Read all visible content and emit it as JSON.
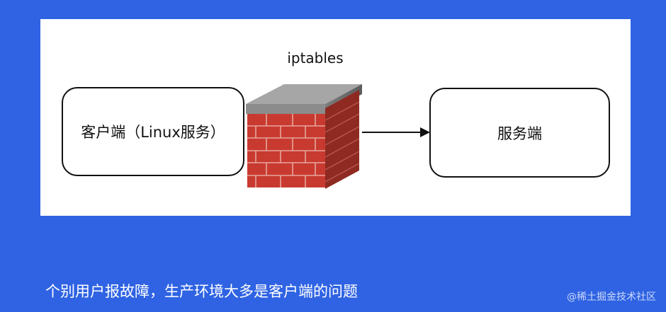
{
  "diagram": {
    "client_label": "客户端（Linux服务）",
    "firewall_label": "iptables",
    "server_label": "服务端"
  },
  "caption": "个别用户报故障，生产环境大多是客户端的问题",
  "watermark": "@稀土掘金技术社区",
  "colors": {
    "background": "#2f63e3",
    "panel": "#ffffff",
    "brick": "#c83a2f",
    "wall_cap": "#9a9a9a"
  }
}
